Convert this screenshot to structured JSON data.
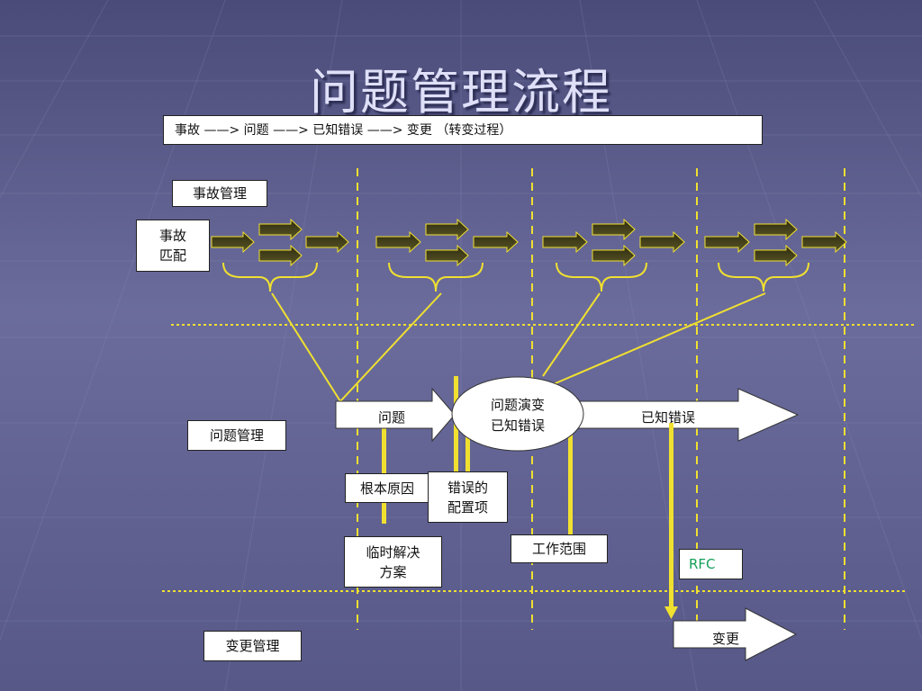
{
  "title": "问题管理流程",
  "subtitle": "事故 ——> 问题 ——> 已知错误 ——> 变更 （转变过程）",
  "swimlanes": {
    "incident": "事故管理",
    "problem": "问题管理",
    "change": "变更管理"
  },
  "incident_match": "事故\n匹配",
  "flow": {
    "problem": "问题",
    "evolve": [
      "问题演变",
      "已知错误"
    ],
    "known_error": "已知错误",
    "change": "变更"
  },
  "tags": {
    "root_cause": "根本原因",
    "config_item": "错误的\n配置项",
    "workaround": "临时解决\n方案",
    "scope": "工作范围",
    "rfc": "RFC"
  },
  "colors": {
    "background": "#5a5b8c",
    "guide_yellow": "#f0e030",
    "arrow_dark": "#3d3a16",
    "label_green": "#14a05a"
  }
}
